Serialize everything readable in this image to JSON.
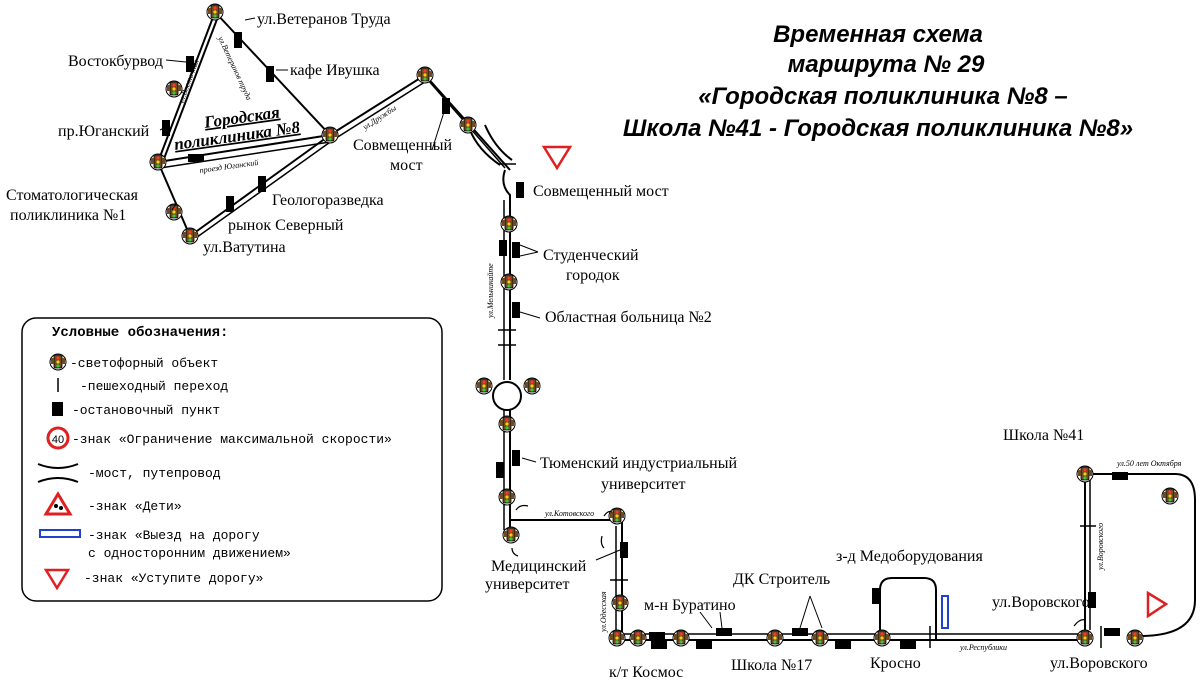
{
  "title": {
    "line1": "Временная схема",
    "line2": "маршрута № 29",
    "line3": "«Городская поликлиника №8 –",
    "line4": "Школа №41 - Городская поликлиника №8»"
  },
  "clinic_label": {
    "line1": "Городская",
    "line2": "поликлиника №8"
  },
  "stops": {
    "veteranov": "ул.Ветеранов Труда",
    "vostokburvod": "Востокбурвод",
    "ivushka": "кафе Ивушка",
    "yuganskiy": "пр.Юганский",
    "sovm_most_top1": "Совмещенный",
    "sovm_most_top2": "мост",
    "stomat1": "Стоматологическая",
    "stomat2": "поликлиника №1",
    "geolog": "Геологоразведка",
    "rynok": "рынок Северный",
    "vatutina": "ул.Ватутина",
    "sovm_most": "Совмещенный мост",
    "stud1": "Студенческий",
    "stud2": "городок",
    "oblast": "Областная больница №2",
    "tiu1": "Тюменский индустриальный",
    "tiu2": "университет",
    "med1": "Медицинский",
    "med2": "университет",
    "medobor": "з-д Медоборудования",
    "dk": "ДК Строитель",
    "buratino": "м-н Буратино",
    "shkola41": "Школа №41",
    "vorovskogo_r": "ул.Воровского",
    "kosmos": "к/т Космос",
    "shkola17": "Школа №17",
    "krosno": "Кросно",
    "vorovskogo_b": "ул.Воровского"
  },
  "streets": {
    "veteranov_st": "ул.Ветеранов труда",
    "vostochnaya": "ул.Восточная",
    "druzhby": "ул.Дружбы",
    "proezd_yug": "проезд Юганский",
    "melnikaite": "ул.Мельникайте",
    "kotovskogo": "ул.Котовского",
    "odesskaya": "ул.Одесская",
    "respubliki": "ул.Республики",
    "oktyabrya": "ул.50 лет Октября",
    "vorovskogo_st": "ул.Воровского"
  },
  "legend": {
    "heading": "Условные обозначения:",
    "items": [
      {
        "icon": "traffic-light-icon",
        "text": "-светофорный объект"
      },
      {
        "icon": "crosswalk-icon",
        "text": "-пешеходный переход"
      },
      {
        "icon": "bus-stop-icon",
        "text": "-остановочный пункт"
      },
      {
        "icon": "speed-limit-sign-icon",
        "text": "-знак «Ограничение максимальной скорости»",
        "sign_value": "40"
      },
      {
        "icon": "bridge-icon",
        "text": "-мост, путепровод"
      },
      {
        "icon": "children-sign-icon",
        "text": "-знак «Дети»"
      },
      {
        "icon": "one-way-exit-sign-icon",
        "text": "-знак «Выезд на дорогу",
        "text2": "с односторонним движением»"
      },
      {
        "icon": "yield-sign-icon",
        "text": "-знак «Уступите дорогу»"
      }
    ]
  },
  "colors": {
    "route": "#000000",
    "sign_red": "#e02020",
    "sign_blue": "#2040d0",
    "light_body": "#5a3a1a"
  }
}
